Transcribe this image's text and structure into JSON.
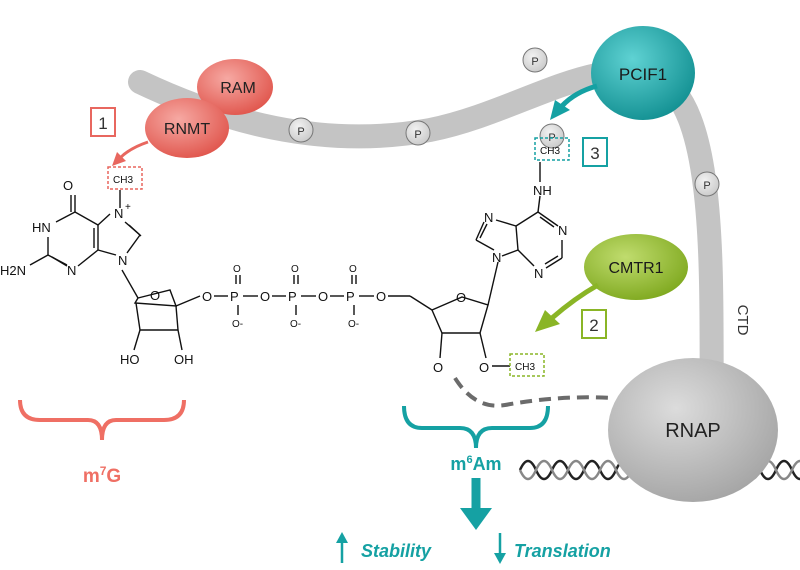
{
  "colors": {
    "rnmt": "#e8675f",
    "m7g": "#ef6f64",
    "teal": "#15a1a3",
    "cmtr1": "#8ab526",
    "grey_tail": "#c4c4c4",
    "rnap": "#b8b8b8"
  },
  "enzymes": {
    "ram": "RAM",
    "rnmt": "RNMT",
    "pcif1": "PCIF1",
    "cmtr1": "CMTR1",
    "rnap": "RNAP",
    "ctd": "CTD"
  },
  "phospho_label": "P",
  "steps": [
    "1",
    "2",
    "3"
  ],
  "chem": {
    "methyl": "CH3",
    "o": "O",
    "p": "P",
    "o_minus": "O-",
    "ho": "HO",
    "oh": "OH",
    "nh": "NH",
    "n": "N",
    "n_plus": "N+",
    "h2n": "H2N",
    "hn": "HN",
    "plus": "+"
  },
  "labels": {
    "m7g_prefix": "m",
    "m7g_sup": "7",
    "m7g_base": "G",
    "m6am_prefix": "m",
    "m6am_sup": "6",
    "m6am_base": "Am",
    "stability": "Stability",
    "translation": "Translation"
  },
  "effects": [
    {
      "arrow": "up-arrow",
      "text": "Stability"
    },
    {
      "arrow": "down-arrow",
      "text": "Translation"
    }
  ]
}
